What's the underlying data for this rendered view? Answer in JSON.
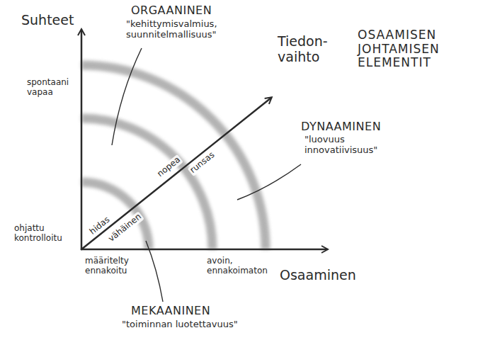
{
  "diagram": {
    "title": "OSAAMISEN JOHTAMISEN ELEMENTIT",
    "labels": [
      "Suhteet",
      "spontaani vapaa",
      "ohjattu kontrolloitu",
      "määritelty ennakoitu",
      "avoin, ennakoimaton",
      "Osaaminen",
      "Tiedon- vaihto",
      "hidas",
      "vähäinen",
      "nopea",
      "runsas",
      "ORGAANINEN",
      "\"kehittymisvalmius, suunnitelmallisuus\"",
      "DYNAAMINEN",
      "\"luovuus innovatiivisuus\"",
      "MEKAANINEN",
      "\"toiminnan luotettavuus\""
    ]
  }
}
